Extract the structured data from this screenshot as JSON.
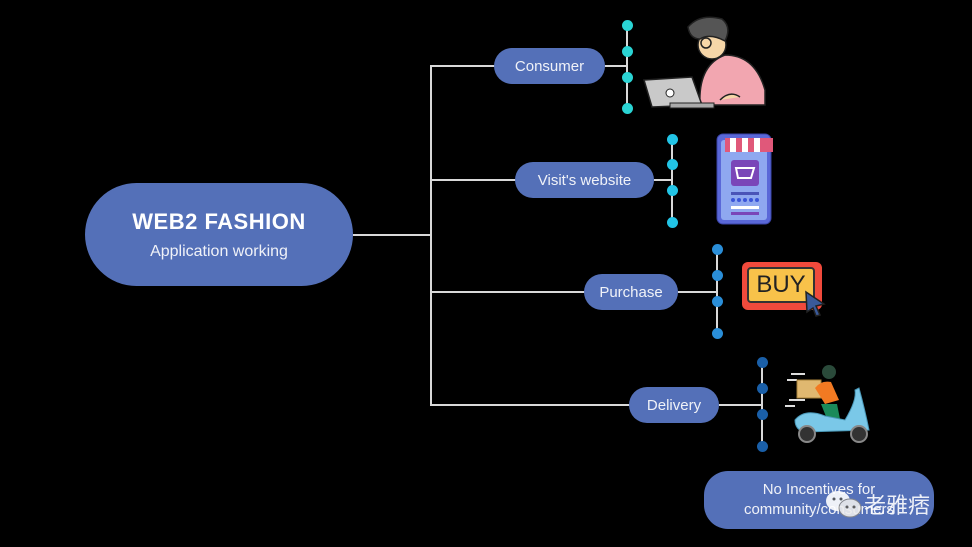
{
  "root": {
    "title": "WEB2 FASHION",
    "subtitle": "Application working"
  },
  "branches": [
    {
      "label": "Consumer",
      "dot_color": "#2ad4d4",
      "illustration": "person-with-laptop"
    },
    {
      "label": "Visit's website",
      "dot_color": "#22c4e6",
      "illustration": "mobile-shop"
    },
    {
      "label": "Purchase",
      "dot_color": "#2a8ed8",
      "illustration": "buy-button-cursor"
    },
    {
      "label": "Delivery",
      "dot_color": "#1a5fa8",
      "illustration": "delivery-scooter"
    }
  ],
  "footer_note": {
    "line1": "No Incentives for",
    "line2": "community/consumers"
  },
  "buy_text": "BUY",
  "watermark": "老雅痞"
}
